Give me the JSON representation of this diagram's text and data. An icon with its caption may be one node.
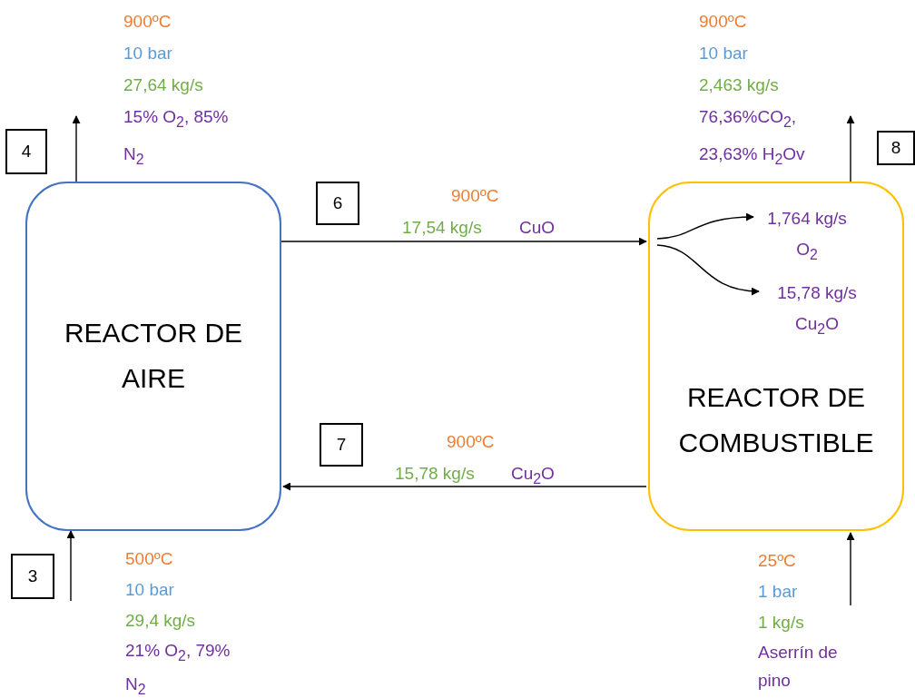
{
  "diagram": {
    "nodes": [
      {
        "text": [
          "REACTOR DE AIRE"
        ]
      },
      {
        "text": [
          "REACTOR DE COMBUSTIBLE"
        ]
      },
      {
        "text": [
          "4"
        ],
        "beside": [
          "900ºC",
          "10 bar",
          "27,64 kg/s",
          "15%  O$_{2}$,  85% N$_{2}$"
        ]
      },
      {
        "text": [
          "8"
        ],
        "beside": [
          "900ºC",
          "10 bar",
          "2,463 kg/s",
          "76,36%CO$_{2}$, 23,63% H$_{2}$Ov"
        ]
      },
      {
        "text": [
          "6"
        ],
        "beside": [
          "900ºC",
          "17,54 kg/s",
          "CuO"
        ]
      },
      {
        "text": [
          "7"
        ],
        "beside": [
          "900ºC",
          "15,78 kg/s",
          "Cu$_{2}$O"
        ]
      },
      {
        "text": [
          "3"
        ],
        "beside": [
          "500ºC",
          "10 bar",
          "29,4 kg/s",
          "21%  O$_{2}$,  79% N$_{2}$"
        ]
      },
      {
        "text": [
          "1,764 kg/s O$_{2}$"
        ],
        "in": 1
      },
      {
        "text": [
          "15,78 kg/s Cu$_{2}$O"
        ],
        "in": 1
      }
    ],
    "edges": [
      {
        "from": 0,
        "to": null,
        "arrow": "to"
      },
      {
        "from": 1,
        "to": null,
        "arrow": "to"
      },
      {
        "from": 0,
        "to": 1,
        "arrow": "to"
      },
      {
        "from": 1,
        "to": 0,
        "arrow": "to"
      },
      {
        "from": null,
        "to": 0,
        "arrow": "to"
      },
      {
        "from": null,
        "to": 1,
        "arrow": "to"
      },
      {
        "from": null,
        "to": 7,
        "arrow": "to"
      },
      {
        "from": null,
        "to": 8,
        "arrow": "to"
      }
    ],
    "labels": [
      "25ºC",
      "1 bar",
      "1 kg/s",
      "Aserrín de pino"
    ]
  }
}
